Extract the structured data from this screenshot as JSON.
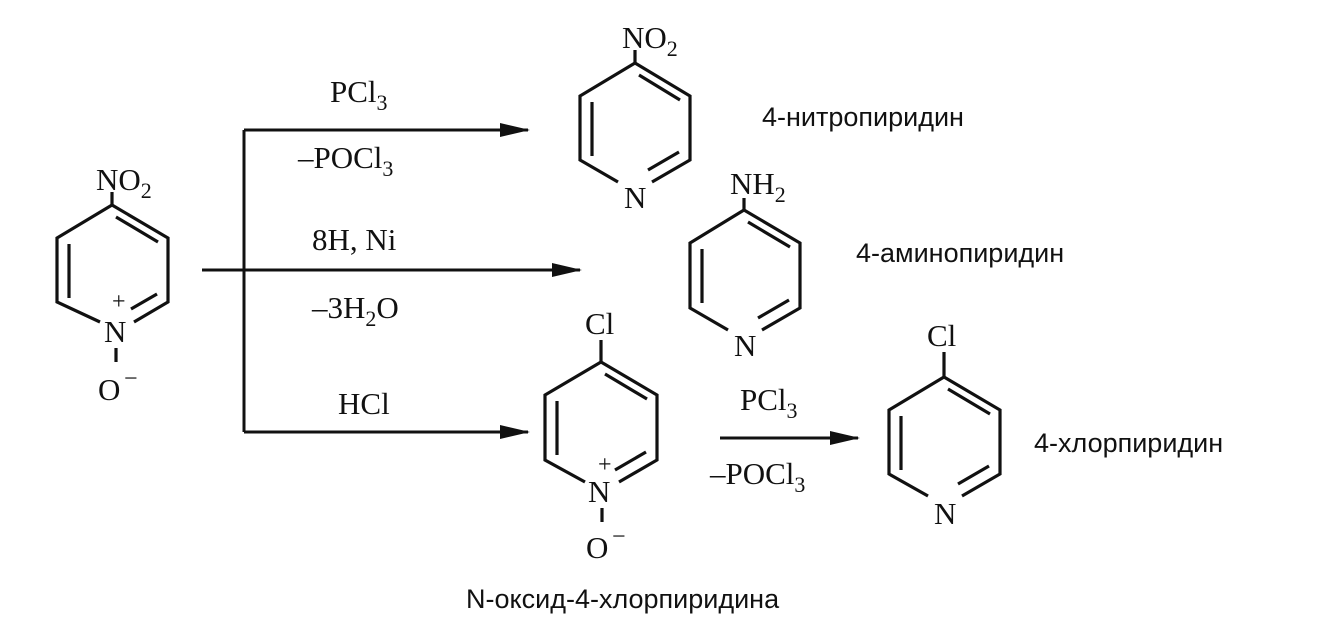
{
  "start_material": {
    "substituent": "NO",
    "substituent_sub": "2",
    "ring_n": "N",
    "n_charge": "+",
    "oxide": "O",
    "oxide_charge": "−"
  },
  "reactions": {
    "nitro": {
      "reagent_a": "PCl",
      "reagent_a_sub": "3",
      "reagent_b": "–POCl",
      "reagent_b_sub": "3"
    },
    "amino": {
      "reagent_a": "8H, Ni",
      "reagent_b_pre": "–3H",
      "reagent_b_sub": "2",
      "reagent_b_post": "O"
    },
    "chloro_oxide": {
      "reagent_a": "HCl"
    },
    "deoxygenation": {
      "reagent_a": "PCl",
      "reagent_a_sub": "3",
      "reagent_b": "–POCl",
      "reagent_b_sub": "3"
    }
  },
  "products": {
    "nitropyridine": {
      "substituent": "NO",
      "substituent_sub": "2",
      "ring_n": "N",
      "name": "4-нитропиридин"
    },
    "aminopyridine": {
      "substituent": "NH",
      "substituent_sub": "2",
      "ring_n": "N",
      "name": "4-аминопиридин"
    },
    "chloropyridine_oxide": {
      "substituent": "Cl",
      "ring_n": "N",
      "n_charge": "+",
      "oxide": "O",
      "oxide_charge": "−",
      "name": "N-оксид-4-хлорпиридина"
    },
    "chloropyridine": {
      "substituent": "Cl",
      "ring_n": "N",
      "name": "4-хлорпиридин"
    }
  }
}
